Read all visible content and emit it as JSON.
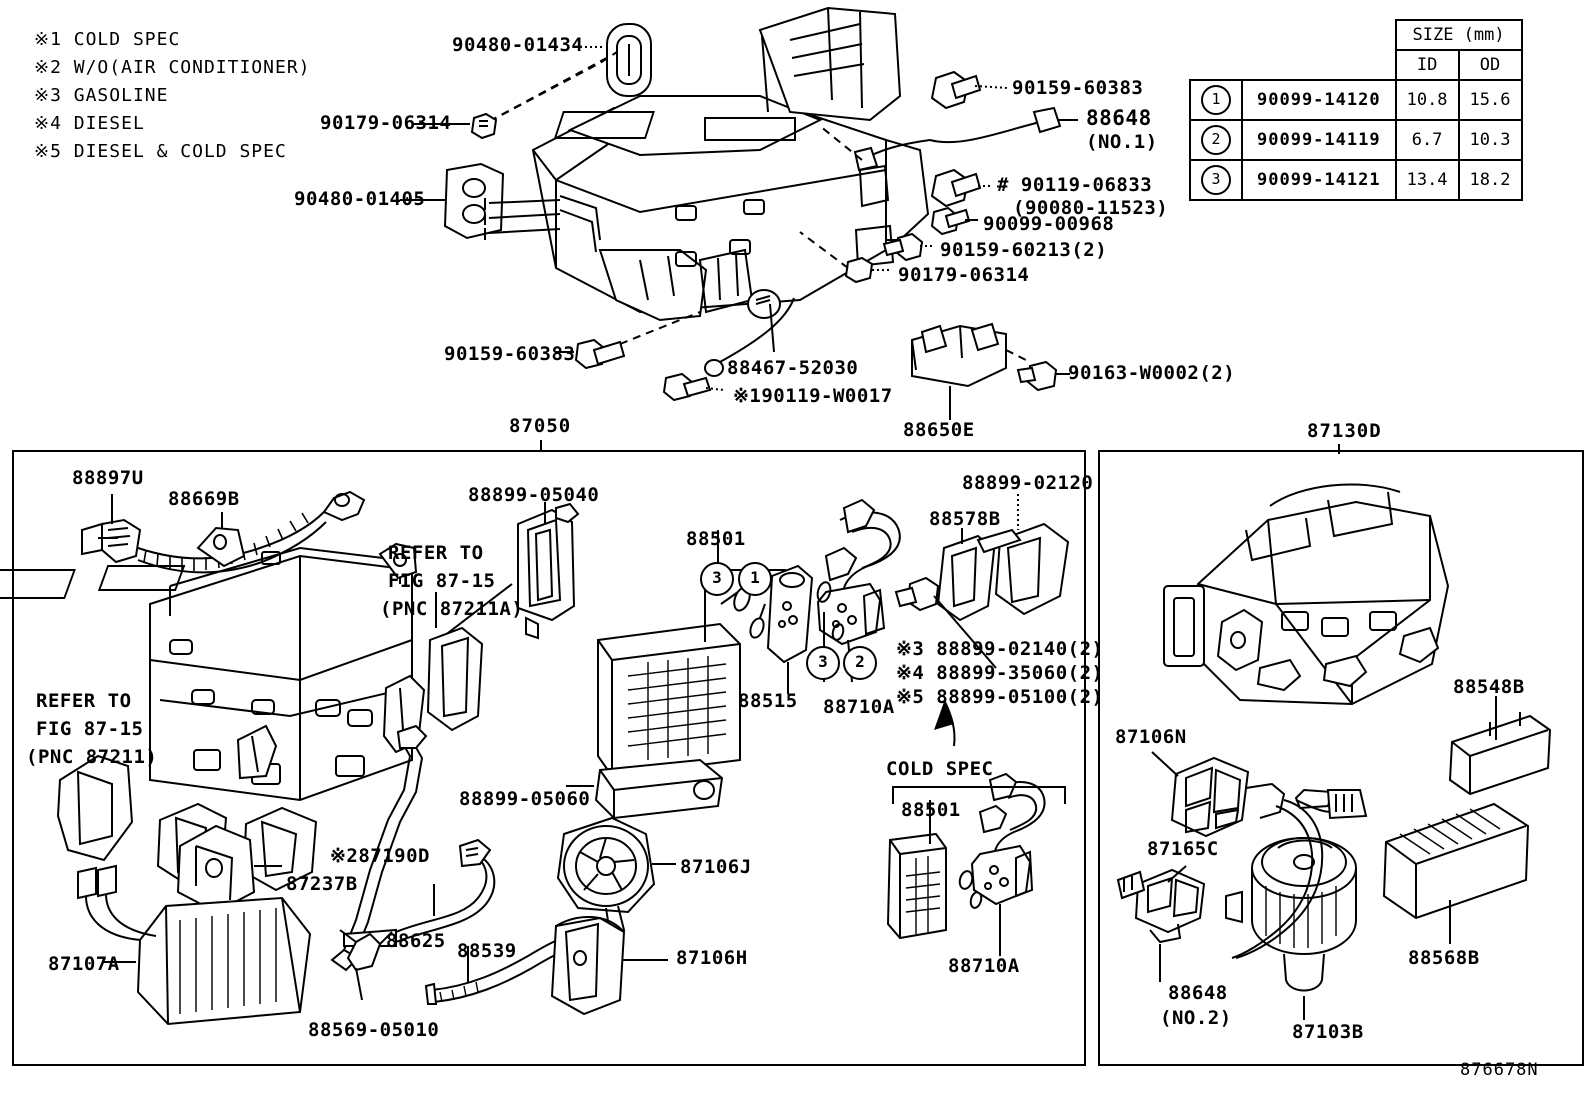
{
  "diagram": {
    "figure_code": "876678N",
    "notes": [
      "※1 COLD SPEC",
      "※2 W/O(AIR CONDITIONER)",
      "※3 GASOLINE",
      "※4 DIESEL",
      "※5 DIESEL & COLD SPEC"
    ],
    "size_table": {
      "title": "SIZE (mm)",
      "columns": [
        "ID",
        "OD"
      ],
      "rows": [
        {
          "ref": "1",
          "part": "90099-14120",
          "id": "10.8",
          "od": "15.6"
        },
        {
          "ref": "2",
          "part": "90099-14119",
          "id": "6.7",
          "od": "10.3"
        },
        {
          "ref": "3",
          "part": "90099-14121",
          "id": "13.4",
          "od": "18.2"
        }
      ]
    },
    "top_section": {
      "labels": [
        "90480-01434",
        "90179-06314",
        "90480-01405",
        "90159-60383",
        "88648",
        "(NO.1)",
        "# 90119-06833",
        "(90080-11523)",
        "90099-00968",
        "90159-60213(2)",
        "90179-06314",
        "90159-60383",
        "88467-52030",
        "※190119-W0017",
        "88650E",
        "90163-W0002(2)"
      ]
    },
    "panel_left": {
      "title": "87050",
      "labels": [
        "88897U",
        "88669B",
        "88899-05040",
        "88501",
        "88899-02120",
        "88578B",
        "REFER TO",
        "FIG 87-15",
        "(PNC 87211A)",
        "REFER TO",
        "FIG 87-15",
        "(PNC 87211)",
        "88515",
        "※3 88899-02140(2)",
        "※4 88899-35060(2)",
        "※5 88899-05100(2)",
        "88710A",
        "88899-05060",
        "※287190D",
        "87237B",
        "88625",
        "87106J",
        "87107A",
        "88569-05010",
        "88539",
        "87106H",
        "COLD SPEC",
        "88501",
        "88710A"
      ]
    },
    "panel_right": {
      "title": "87130D",
      "labels": [
        "87106N",
        "87165C",
        "88648",
        "(NO.2)",
        "87103B",
        "88548B",
        "88568B"
      ]
    }
  }
}
